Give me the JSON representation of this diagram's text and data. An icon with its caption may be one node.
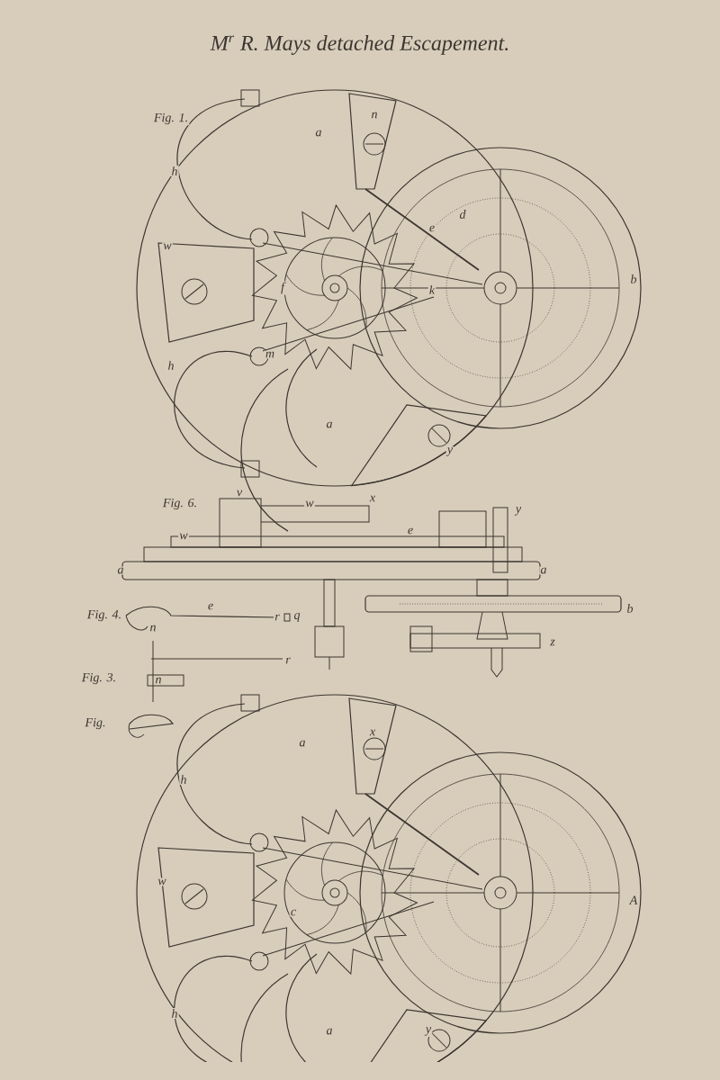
{
  "diagram": {
    "title": "M$^{r}$ R. Mays detached Escapement.",
    "labels": [
      "Fig. 1.",
      "n",
      "a",
      "h",
      "d",
      "e",
      "w",
      "b",
      "f",
      "k",
      "m",
      "h",
      "a",
      "y",
      "v",
      "Fig. 6.",
      "x",
      "w",
      "y",
      "e",
      "w",
      "a",
      "a",
      "Fig. 4.",
      "e",
      "r",
      "q",
      "b",
      "n",
      "z",
      "r",
      "Fig. 3.",
      "n",
      "Fig.",
      "x",
      "a",
      "h",
      "w",
      "c",
      "A",
      "h",
      "a",
      "y"
    ]
  }
}
